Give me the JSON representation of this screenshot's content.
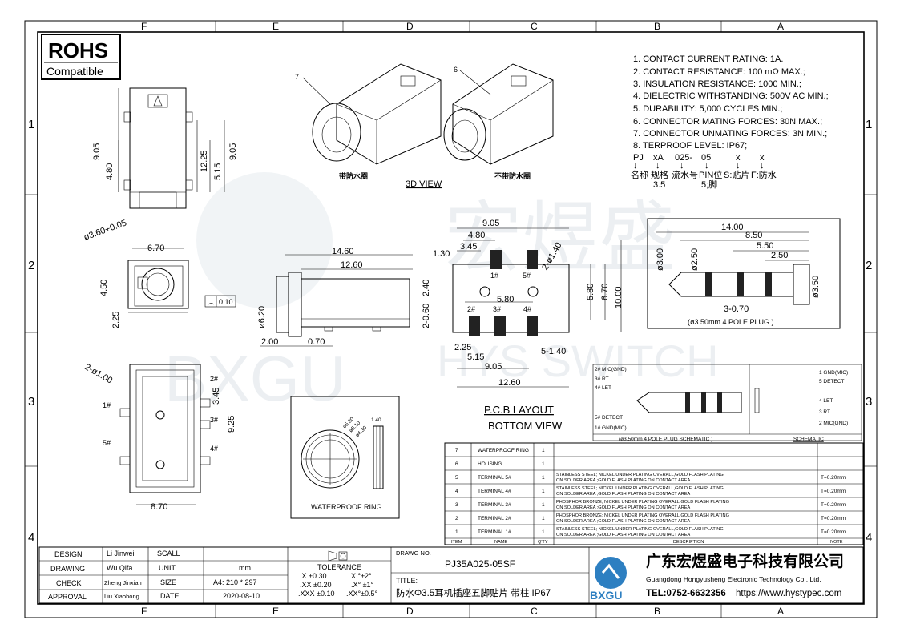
{
  "border_letters": [
    "F",
    "E",
    "D",
    "C",
    "B",
    "A"
  ],
  "border_numbers": [
    "1",
    "2",
    "3",
    "4"
  ],
  "rohs": {
    "line1": "ROHS",
    "line2": "Compatible"
  },
  "specs": [
    "1. CONTACT CURRENT RATING: 1A.",
    "2. CONTACT RESISTANCE: 100 mΩ MAX.;",
    "3. INSULATION RESISTANCE: 1000 MIN.;",
    "4. DIELECTRIC WITHSTANDING: 500V AC MIN.;",
    "5. DURABILITY: 5,000 CYCLES MIN.;",
    "6. CONNECTOR MATING FORCES: 30N   MAX.;",
    "7. CONNECTOR UNMATING FORCES: 3N MIN.;",
    "8. TERPROOF LEVEL: IP67;"
  ],
  "part_code": {
    "codes": [
      "PJ",
      "xA",
      "025-",
      "05",
      "x",
      "x"
    ],
    "arrow": "↓",
    "meanings": [
      "名称",
      "规格",
      "流水号",
      "PIN位",
      "S:贴片",
      "F:防水"
    ],
    "sub": [
      "",
      "3.5",
      "",
      "5;脚",
      "",
      ""
    ]
  },
  "views": {
    "label_3d": "3D VIEW",
    "with_ring": "带防水圈",
    "without_ring": "不带防水圈",
    "callout_7": "7",
    "callout_6": "6",
    "pcb_layout": "P.C.B LAYOUT",
    "bottom_view": "BOTTOM  VIEW",
    "plug_caption": "(ø3.50mm 4 POLE PLUG )",
    "schematic_caption": "(ø3.50mm 4 POLE PLUG SCHEMATIC )",
    "schematic": "SCHEMATIC",
    "waterproof_ring": "WATERPROOF RING"
  },
  "dims": {
    "side_905a": "9.05",
    "side_480": "4.80",
    "side_1225": "12.25",
    "side_515": "5.15",
    "side_905b": "9.05",
    "front_dia": "ø3.60+0.05",
    "front_670": "6.70",
    "front_450": "4.50",
    "front_225": "2.25",
    "front_tol": "0.10",
    "len_1460": "14.60",
    "len_1260": "12.60",
    "len_dia620": "ø6.20",
    "len_240": "2.40",
    "len_2060": "2-0.60",
    "len_200": "2.00",
    "len_070": "0.70",
    "pcb_905": "9.05",
    "pcb_480": "4.80",
    "pcb_345": "3.45",
    "pcb_130": "1.30",
    "pcb_2140": "2-ø1.40",
    "pcb_580v": "5.80",
    "pcb_670": "6.70",
    "pcb_1000": "10.00",
    "pcb_580h": "5.80",
    "pcb_225": "2.25",
    "pcb_515": "5.15",
    "pcb_5140": "5-1.40",
    "pcb_905b": "9.05",
    "pcb_1260": "12.60",
    "plug_1400": "14.00",
    "plug_850": "8.50",
    "plug_550": "5.50",
    "plug_250": "2.50",
    "plug_d300": "ø3.00",
    "plug_d250": "ø2.50",
    "plug_d350": "ø3.50",
    "plug_370": "3-0.70",
    "bot_2100": "2-ø1.00",
    "bot_345": "3.45",
    "bot_925": "9.25",
    "bot_870": "8.70",
    "ring_140": "1.40",
    "ring_d1": "ø5.80",
    "ring_d2": "ø5.10",
    "ring_d3": "ø4.30"
  },
  "pins": {
    "p1": "1#",
    "p2": "2#",
    "p3": "3#",
    "p4": "4#",
    "p5": "5#"
  },
  "plug_sch_left": [
    "2# MIC(GND)",
    "3#  RT",
    "4#  LET",
    "5# DETECT",
    "1# GND(MIC)"
  ],
  "plug_sch_right": [
    "1 GND(MIC)",
    "5 DETECT",
    "4 LET",
    "3 RT",
    "2 MIC(GND)"
  ],
  "bom": {
    "rows": [
      {
        "item": "7",
        "name": "WATERPROOF RING",
        "qty": "1",
        "desc1": "",
        "desc2": "",
        "note": ""
      },
      {
        "item": "6",
        "name": "HOUSING",
        "qty": "1",
        "desc1": "",
        "desc2": "",
        "note": ""
      },
      {
        "item": "5",
        "name": "TERMINAL  5#",
        "qty": "1",
        "desc1": "STAINLESS STEEL; NICKEL UNDER PLATING OVERALL,GOLD FLASH PLATING",
        "desc2": "ON SOLDER AREA ;GOLD FLASH PLATING ON CONTACT AREA",
        "note": "T=0.20mm"
      },
      {
        "item": "4",
        "name": "TERMINAL  4#",
        "qty": "1",
        "desc1": "STAINLESS STEEL; NICKEL UNDER PLATING OVERALL,GOLD FLASH PLATING",
        "desc2": "ON SOLDER AREA ;GOLD FLASH PLATING ON CONTACT AREA",
        "note": "T=0.20mm"
      },
      {
        "item": "3",
        "name": "TERMINAL  3#",
        "qty": "1",
        "desc1": "PHOSPHOR BRONZE; NICKEL UNDER PLATING OVERALL,GOLD FLASH PLATING",
        "desc2": "ON SOLDER AREA ;GOLD FLASH PLATING ON CONTACT AREA",
        "note": "T=0.20mm"
      },
      {
        "item": "2",
        "name": "TERMINAL  2#",
        "qty": "1",
        "desc1": "PHOSPHOR BRONZE; NICKEL UNDER PLATING OVERALL,GOLD FLASH PLATING",
        "desc2": "ON SOLDER AREA ;GOLD FLASH PLATING ON CONTACT AREA",
        "note": "T=0.20mm"
      },
      {
        "item": "1",
        "name": "TERMINAL  1#",
        "qty": "1",
        "desc1": "STAINLESS STEEL; NICKEL UNDER PLATING OVERALL,GOLD FLASH PLATING",
        "desc2": "ON SOLDER AREA ;GOLD FLASH PLATING ON CONTACT AREA",
        "note": "T=0.20mm"
      }
    ],
    "headers": {
      "item": "ITEM",
      "name": "NAME",
      "qty": "Q'TY",
      "desc": "DESCRIPTION",
      "note": "NOTE"
    }
  },
  "titleblock": {
    "design_label": "DESIGN",
    "design": "Li Jinwei",
    "drawing_label": "DRAWING",
    "drawing": "Wu Qifa",
    "check_label": "CHECK",
    "check": "Zheng Jinxian",
    "approval_label": "APPROVAL",
    "approval": "Liu Xiaohong",
    "scale_label": "SCALL",
    "unit_label": "UNIT",
    "unit": "mm",
    "size_label": "SIZE",
    "size": "A4: 210 * 297",
    "date_label": "DATE",
    "date": "2020-08-10",
    "tolerance_label": "TOLERANCE",
    "tol": [
      ".X  ±0.30",
      ".XX  ±0.20",
      ".XXX  ±0.10",
      "X.°±2°",
      ".X° ±1°",
      ".XX°±0.5°"
    ],
    "drawing_no_label": "DRAWG NO.",
    "drawing_no": "PJ35A025-05SF",
    "title_label": "TITLE:",
    "title": "防水Φ3.5耳机插座五脚贴片 带柱 IP67",
    "company_cn": "广东宏煜盛电子科技有限公司",
    "company_en": "Guangdong Hongyusheng Electronic Technology Co., Ltd.",
    "logo_text": "BXGU",
    "tel": "TEL:0752-6632356",
    "web": "https://www.hystypec.com"
  },
  "watermark": {
    "cn": "宏煜盛",
    "en": "HYS SWITCH",
    "logo": "BXGU"
  }
}
